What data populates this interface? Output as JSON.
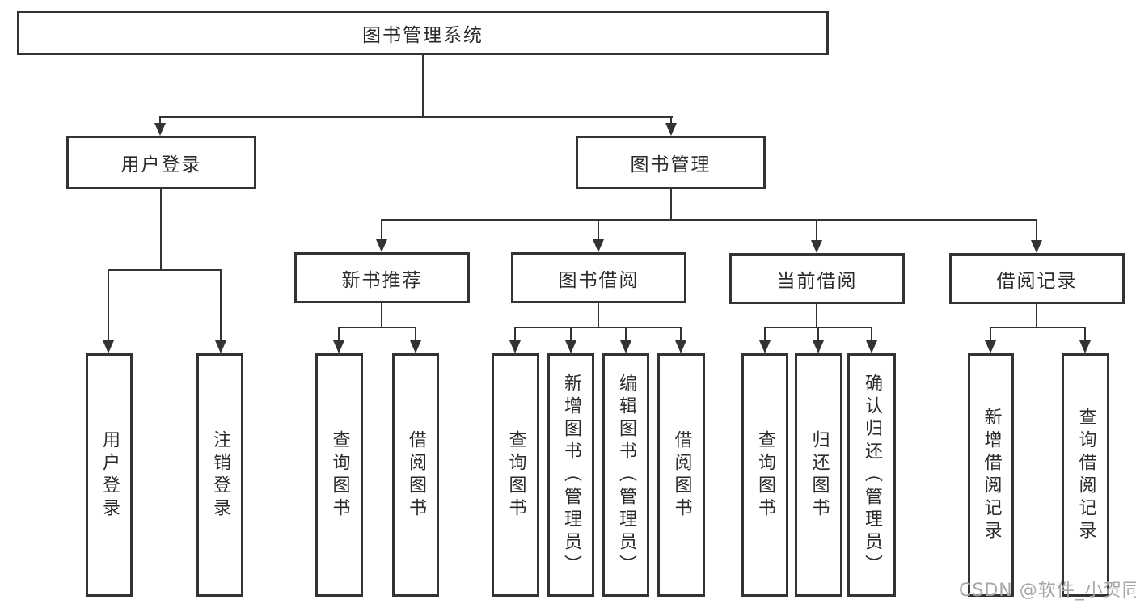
{
  "colors": {
    "bg": "#ffffff",
    "line": "#333333",
    "text": "#2b2b2b",
    "watermark": "#a6a6a6"
  },
  "watermark": {
    "text": "CSDN @软件_小贺同学"
  },
  "tree": {
    "root": {
      "label": "图书管理系统"
    },
    "branches": [
      {
        "label": "用户登录",
        "children": [
          {
            "label": "用户登录"
          },
          {
            "label": "注销登录"
          }
        ]
      },
      {
        "label": "图书管理",
        "sections": [
          {
            "label": "新书推荐",
            "children": [
              {
                "label": "查询图书"
              },
              {
                "label": "借阅图书"
              }
            ]
          },
          {
            "label": "图书借阅",
            "children": [
              {
                "label": "查询图书"
              },
              {
                "label": "新增图书（管理员）"
              },
              {
                "label": "编辑图书（管理员）"
              },
              {
                "label": "借阅图书"
              }
            ]
          },
          {
            "label": "当前借阅",
            "children": [
              {
                "label": "查询图书"
              },
              {
                "label": "归还图书"
              },
              {
                "label": "确认归还（管理员）"
              }
            ]
          },
          {
            "label": "借阅记录",
            "children": [
              {
                "label": "新增借阅记录"
              },
              {
                "label": "查询借阅记录"
              }
            ]
          }
        ]
      }
    ]
  }
}
